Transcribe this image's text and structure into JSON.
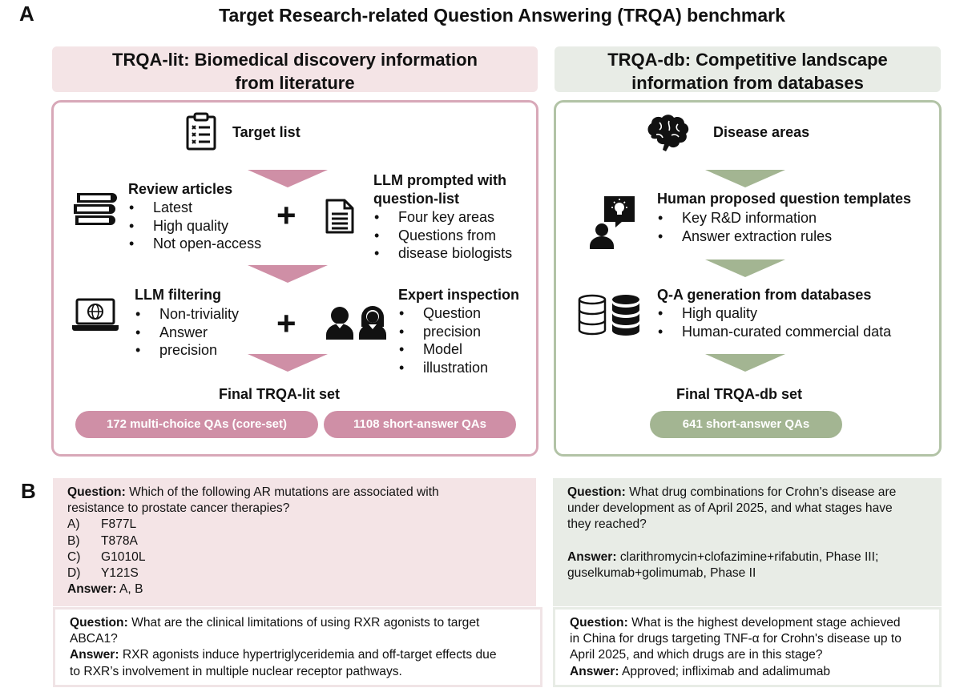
{
  "panel_a_letter": "A",
  "panel_b_letter": "B",
  "title": "Target Research-related Question Answering (TRQA) benchmark",
  "lit": {
    "header_line1": "TRQA-lit: Biomedical discovery information",
    "header_line2": "from literature",
    "target_list": "Target list",
    "review": {
      "title": "Review articles",
      "items": [
        "Latest",
        "High quality",
        "Not open-access"
      ]
    },
    "llm_prompted": {
      "title_line1": "LLM prompted with",
      "title_line2": "question-list",
      "items": [
        "Four key areas",
        "Questions from",
        "disease biologists"
      ]
    },
    "llm_filtering": {
      "title": "LLM filtering",
      "items": [
        "Non-triviality",
        "Answer",
        "precision"
      ]
    },
    "expert": {
      "title": "Expert inspection",
      "items": [
        "Question",
        "precision",
        "Model",
        "illustration"
      ]
    },
    "plus": "+",
    "final": "Final TRQA-lit set",
    "pill1": "172 multi-choice QAs (core-set)",
    "pill2": "1108 short-answer QAs"
  },
  "db": {
    "header_line1": "TRQA-db: Competitive landscape",
    "header_line2": "information from databases",
    "disease_areas": "Disease areas",
    "templates": {
      "title": "Human proposed question templates",
      "items": [
        "Key R&D information",
        "Answer extraction rules"
      ]
    },
    "qa_gen": {
      "title": "Q-A generation from databases",
      "items": [
        "High quality",
        "Human-curated commercial data"
      ]
    },
    "final": "Final TRQA-db set",
    "pill": "641 short-answer QAs"
  },
  "examples": {
    "question_label": "Question:",
    "answer_label": "Answer:",
    "lit1": {
      "question_line1": "Which of the following AR mutations are associated with",
      "question_line2": "resistance to prostate cancer therapies?",
      "options": [
        {
          "key": "A)",
          "value": "F877L"
        },
        {
          "key": "B)",
          "value": "T878A"
        },
        {
          "key": "C)",
          "value": "G1010L"
        },
        {
          "key": "D)",
          "value": "Y121S"
        }
      ],
      "answer": "A, B"
    },
    "lit2": {
      "question_line1": "What are the clinical limitations of using RXR agonists to target",
      "question_line2": "ABCA1?",
      "answer_line1": "RXR agonists induce hypertriglyceridemia and off-target effects due",
      "answer_line2": "to RXR’s involvement in multiple nuclear receptor pathways."
    },
    "db1": {
      "question_line1": "What drug combinations for Crohn's disease are",
      "question_line2": "under development as of April 2025, and what stages have",
      "question_line3": "they reached?",
      "answer_line1": "clarithromycin+clofazimine+rifabutin, Phase III;",
      "answer_line2": "guselkumab+golimumab, Phase II"
    },
    "db2": {
      "question_line1": "What is the highest development stage achieved",
      "question_line2": "in China for drugs targeting TNF-α for Crohn's disease up to",
      "question_line3": "April 2025, and which drugs are in this stage?",
      "answer": "Approved; infliximab and adalimumab"
    }
  },
  "colors": {
    "lit_accent": "#cf8fa6",
    "lit_bg": "#f4e4e6",
    "db_accent": "#a3b592",
    "db_bg": "#e8ece6"
  }
}
